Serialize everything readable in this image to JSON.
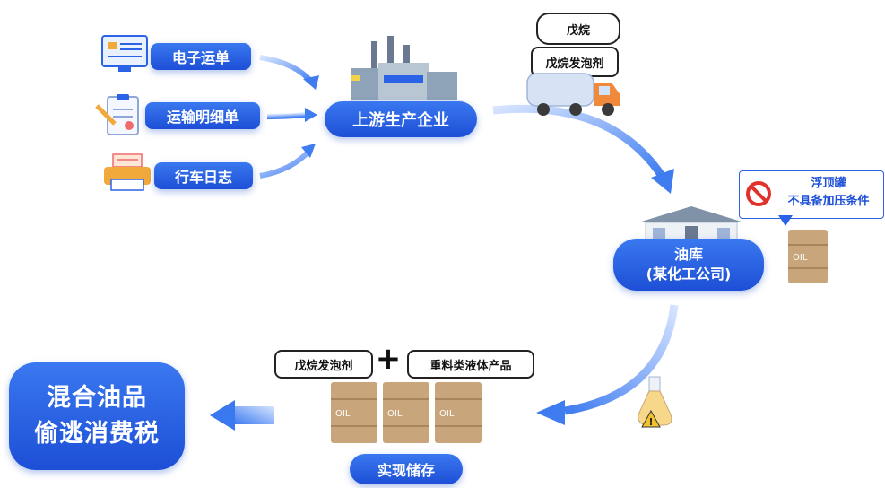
{
  "docs": [
    {
      "label": "电子运单",
      "icon": "screen-document-icon"
    },
    {
      "label": "运输明细单",
      "icon": "clipboard-pen-icon"
    },
    {
      "label": "行车日志",
      "icon": "printer-log-icon"
    }
  ],
  "upstream": {
    "label": "上游生产企业",
    "icon": "factory-icon"
  },
  "truck": {
    "tag_top": "戊烷",
    "tag_bottom": "戊烷发泡剂",
    "icon": "tank-truck-icon"
  },
  "depot": {
    "line1": "油库",
    "line2": "(某化工公司)",
    "icon": "warehouse-icon"
  },
  "warning_note": {
    "line1": "浮顶罐",
    "line2": "不具备加压条件",
    "icon": "prohibited-icon"
  },
  "blend": {
    "tag_left": "戊烷发泡剂",
    "plus": "+",
    "tag_right": "重料类液体产品"
  },
  "storage": {
    "label": "实现储存"
  },
  "result": {
    "line1": "混合油品",
    "line2": "偷逃消费税"
  },
  "barrel_text": "OIL",
  "colors": {
    "accent": "#2a63e6",
    "arrow": "#4a86f0",
    "barrel": "#c8a57a"
  }
}
